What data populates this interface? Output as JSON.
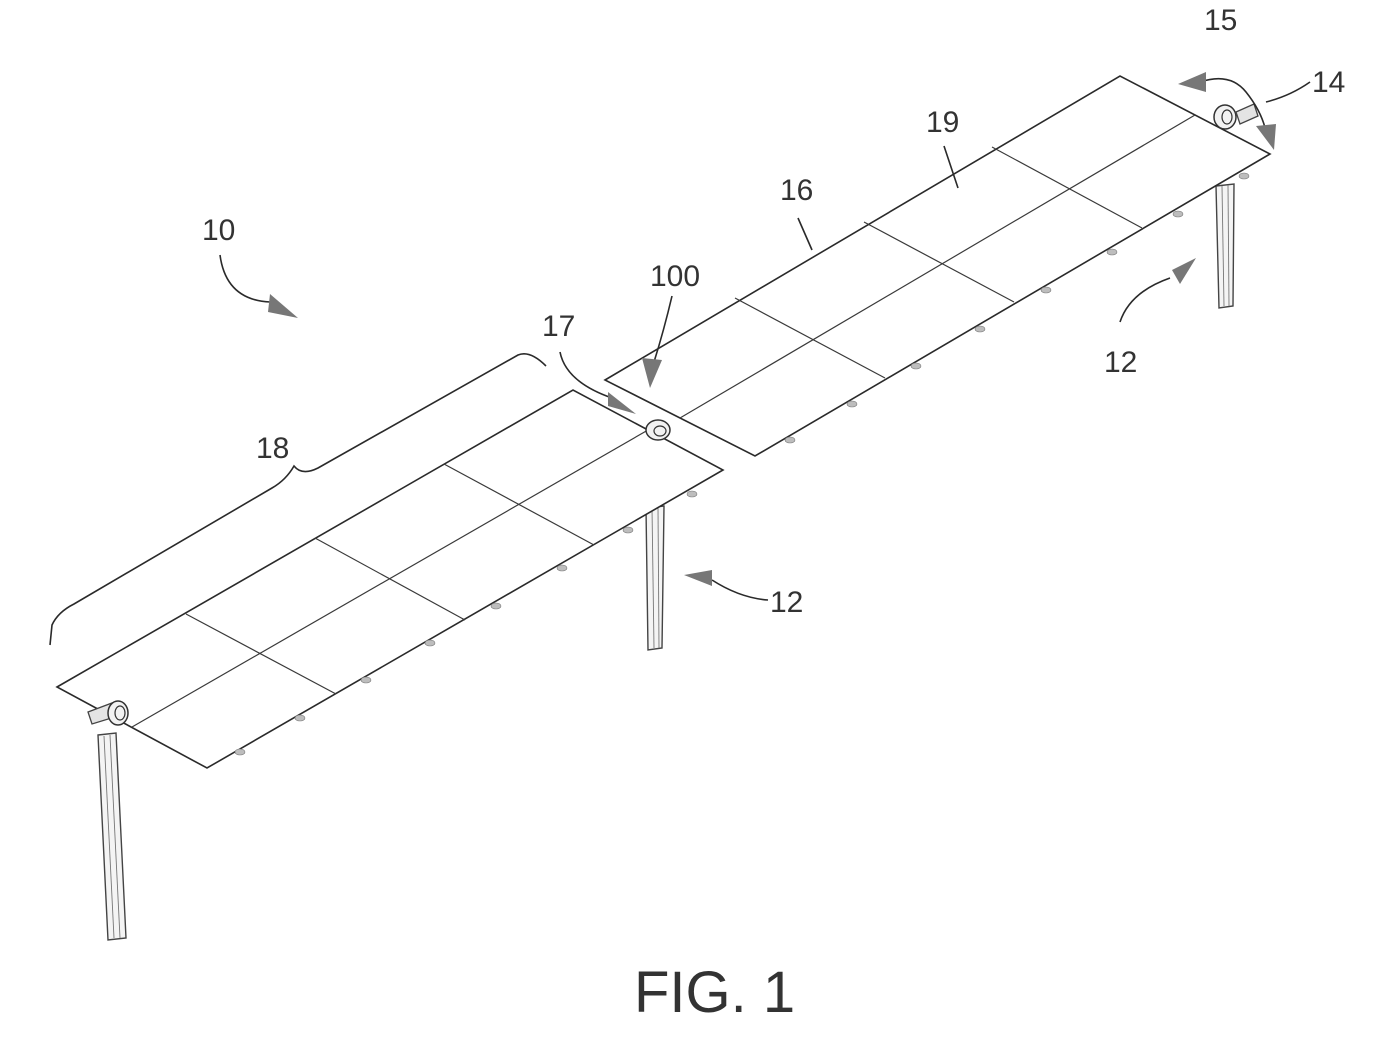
{
  "figure": {
    "caption": "FIG. 1",
    "labels": {
      "l10": "10",
      "l12a": "12",
      "l12b": "12",
      "l14": "14",
      "l15": "15",
      "l16": "16",
      "l17": "17",
      "l18": "18",
      "l19": "19",
      "l100": "100"
    }
  }
}
